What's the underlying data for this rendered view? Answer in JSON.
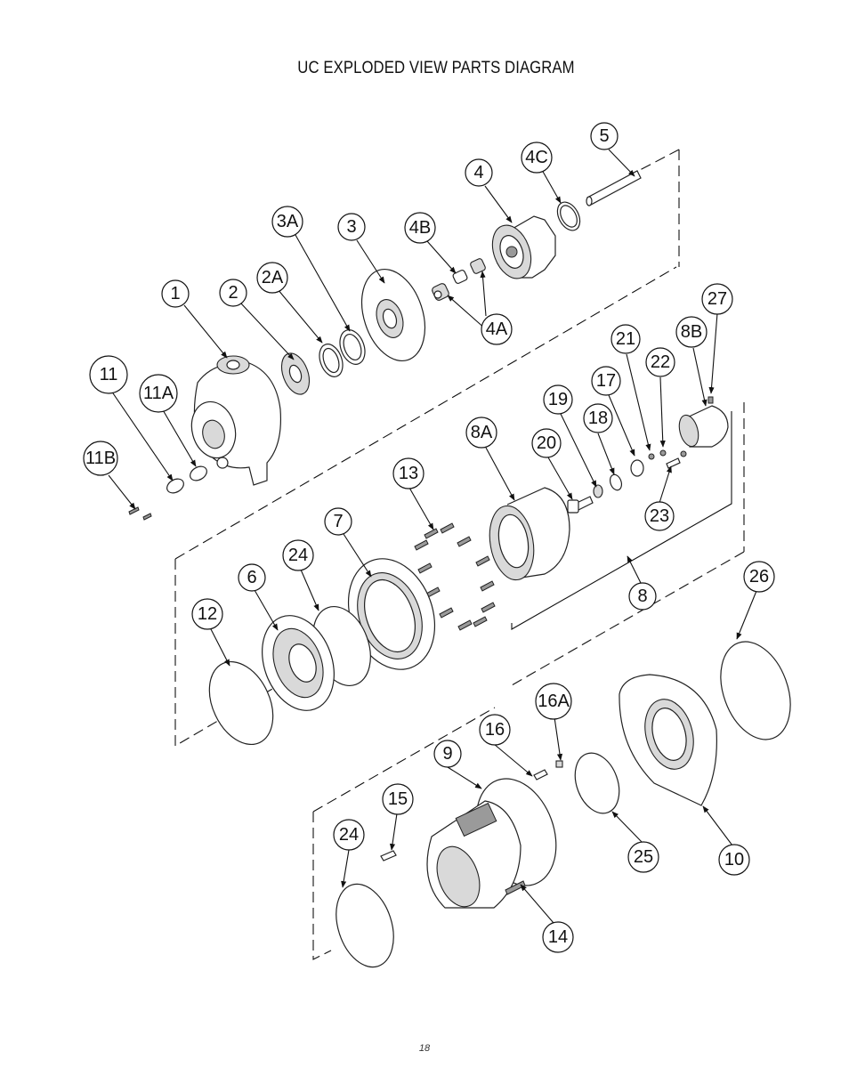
{
  "title": "UC EXPLODED VIEW PARTS DIAGRAM",
  "page_number": "18",
  "callouts": [
    "1",
    "2",
    "2A",
    "3",
    "3A",
    "4",
    "4A",
    "4B",
    "4C",
    "5",
    "6",
    "7",
    "8",
    "8A",
    "8B",
    "9",
    "10",
    "11",
    "11A",
    "11B",
    "12",
    "13",
    "14",
    "15",
    "16",
    "16A",
    "17",
    "18",
    "19",
    "20",
    "21",
    "22",
    "23",
    "24",
    "24",
    "25",
    "26",
    "27"
  ],
  "icons": {
    "arrow": "arrowhead-icon"
  }
}
